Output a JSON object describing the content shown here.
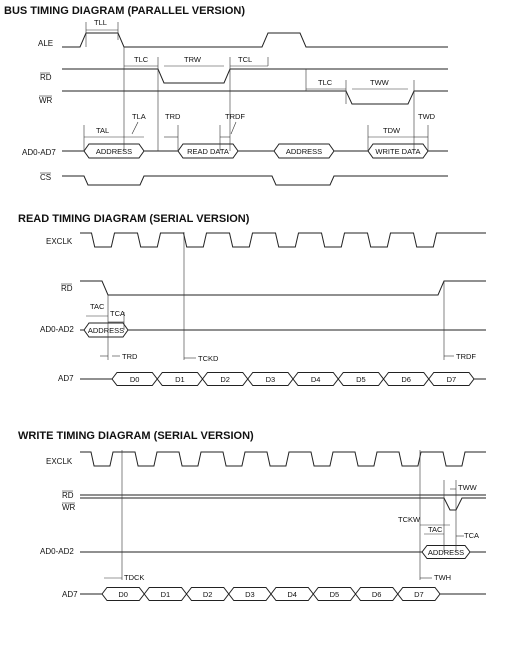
{
  "diagrams": {
    "parallel": {
      "title": "BUS TIMING DIAGRAM (PARALLEL VERSION)",
      "signals": {
        "ale": "ALE",
        "rd": "RD",
        "wr": "WR",
        "ad": "AD0-AD7",
        "cs": "CS"
      },
      "timings": {
        "tll": "TLL",
        "tlc1": "TLC",
        "trw": "TRW",
        "tcl": "TCL",
        "tlc2": "TLC",
        "tww": "TWW",
        "tal": "TAL",
        "tla": "TLA",
        "trd": "TRD",
        "trdf": "TRDF",
        "tdw": "TDW",
        "twd": "TWD"
      },
      "bus": [
        "ADDRESS",
        "READ DATA",
        "ADDRESS",
        "WRITE DATA"
      ]
    },
    "serial_read": {
      "title": "READ TIMING DIAGRAM (SERIAL VERSION)",
      "signals": {
        "exclk": "EXCLK",
        "rd": "RD",
        "ad": "AD0-AD2",
        "ad7": "AD7"
      },
      "timings": {
        "tac": "TAC",
        "tca": "TCA",
        "trd": "TRD",
        "tckd": "TCKD",
        "trdf": "TRDF"
      },
      "address": "ADDRESS",
      "bits": [
        "D0",
        "D1",
        "D2",
        "D3",
        "D4",
        "D5",
        "D6",
        "D7"
      ]
    },
    "serial_write": {
      "title": "WRITE TIMING DIAGRAM (SERIAL VERSION)",
      "signals": {
        "exclk": "EXCLK",
        "rd": "RD",
        "wr": "WR",
        "ad": "AD0-AD2",
        "ad7": "AD7"
      },
      "timings": {
        "tww": "TWW",
        "tckw": "TCKW",
        "tac": "TAC",
        "tca": "TCA",
        "tdck": "TDCK",
        "twh": "TWH"
      },
      "address": "ADDRESS",
      "bits": [
        "D0",
        "D1",
        "D2",
        "D3",
        "D4",
        "D5",
        "D6",
        "D7"
      ]
    }
  }
}
